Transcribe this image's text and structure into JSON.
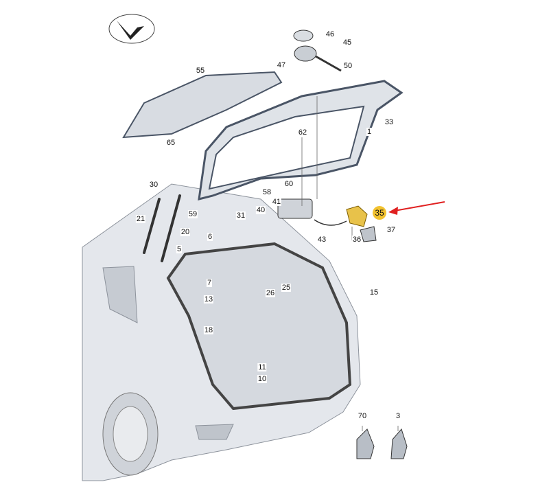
{
  "diagram": {
    "highlight_color": "#f2c230",
    "arrow_color": "#e02020",
    "highlighted_part": "35",
    "parts": [
      "46",
      "45",
      "47",
      "50",
      "55",
      "1",
      "33",
      "65",
      "62",
      "30",
      "60",
      "58",
      "41",
      "40",
      "59",
      "31",
      "35",
      "37",
      "21",
      "20",
      "43",
      "36",
      "5",
      "6",
      "7",
      "25",
      "26",
      "13",
      "15",
      "18",
      "11",
      "10",
      "70",
      "3"
    ]
  }
}
